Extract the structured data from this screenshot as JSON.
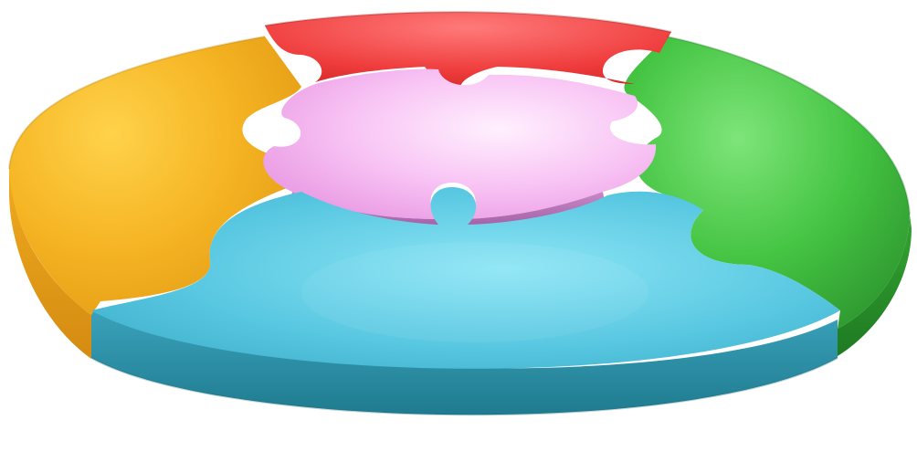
{
  "image": {
    "subject": "3d-circular-jigsaw-puzzle",
    "background_color": "#ffffff",
    "pieces": [
      {
        "id": "red",
        "position": "top",
        "color_top": "#ff6b6b",
        "color_mid": "#ee3b3b",
        "color_side": "#c21d1d"
      },
      {
        "id": "green",
        "position": "right",
        "color_top": "#6fe06a",
        "color_mid": "#3fbf3d",
        "color_side": "#2a8f2b"
      },
      {
        "id": "yellow",
        "position": "left",
        "color_top": "#ffd24a",
        "color_mid": "#f5b423",
        "color_side": "#e09a16"
      },
      {
        "id": "blue",
        "position": "front",
        "color_top": "#7fe0f2",
        "color_mid": "#4fc0dc",
        "color_side": "#2a8fa3"
      },
      {
        "id": "pink",
        "position": "center",
        "color_top": "#ffd6fb",
        "color_mid": "#f4a7ec",
        "color_side": "#b56bb0"
      }
    ]
  }
}
